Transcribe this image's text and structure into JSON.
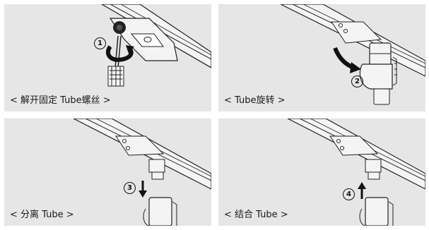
{
  "panels": [
    {
      "caption": "< 解开固定 Tube螺丝 >",
      "step": "1",
      "action": "rotate-screw"
    },
    {
      "caption": "< Tube旋转 >",
      "step": "2",
      "action": "rotate-tube"
    },
    {
      "caption": "< 分离 Tube >",
      "step": "3",
      "action": "arrow-down"
    },
    {
      "caption": "< 结合 Tube >",
      "step": "4",
      "action": "arrow-up"
    }
  ],
  "colors": {
    "panel_bg": "#e6e6e6",
    "line": "#1a1a1a",
    "rail_fill": "#f2f2f2"
  }
}
